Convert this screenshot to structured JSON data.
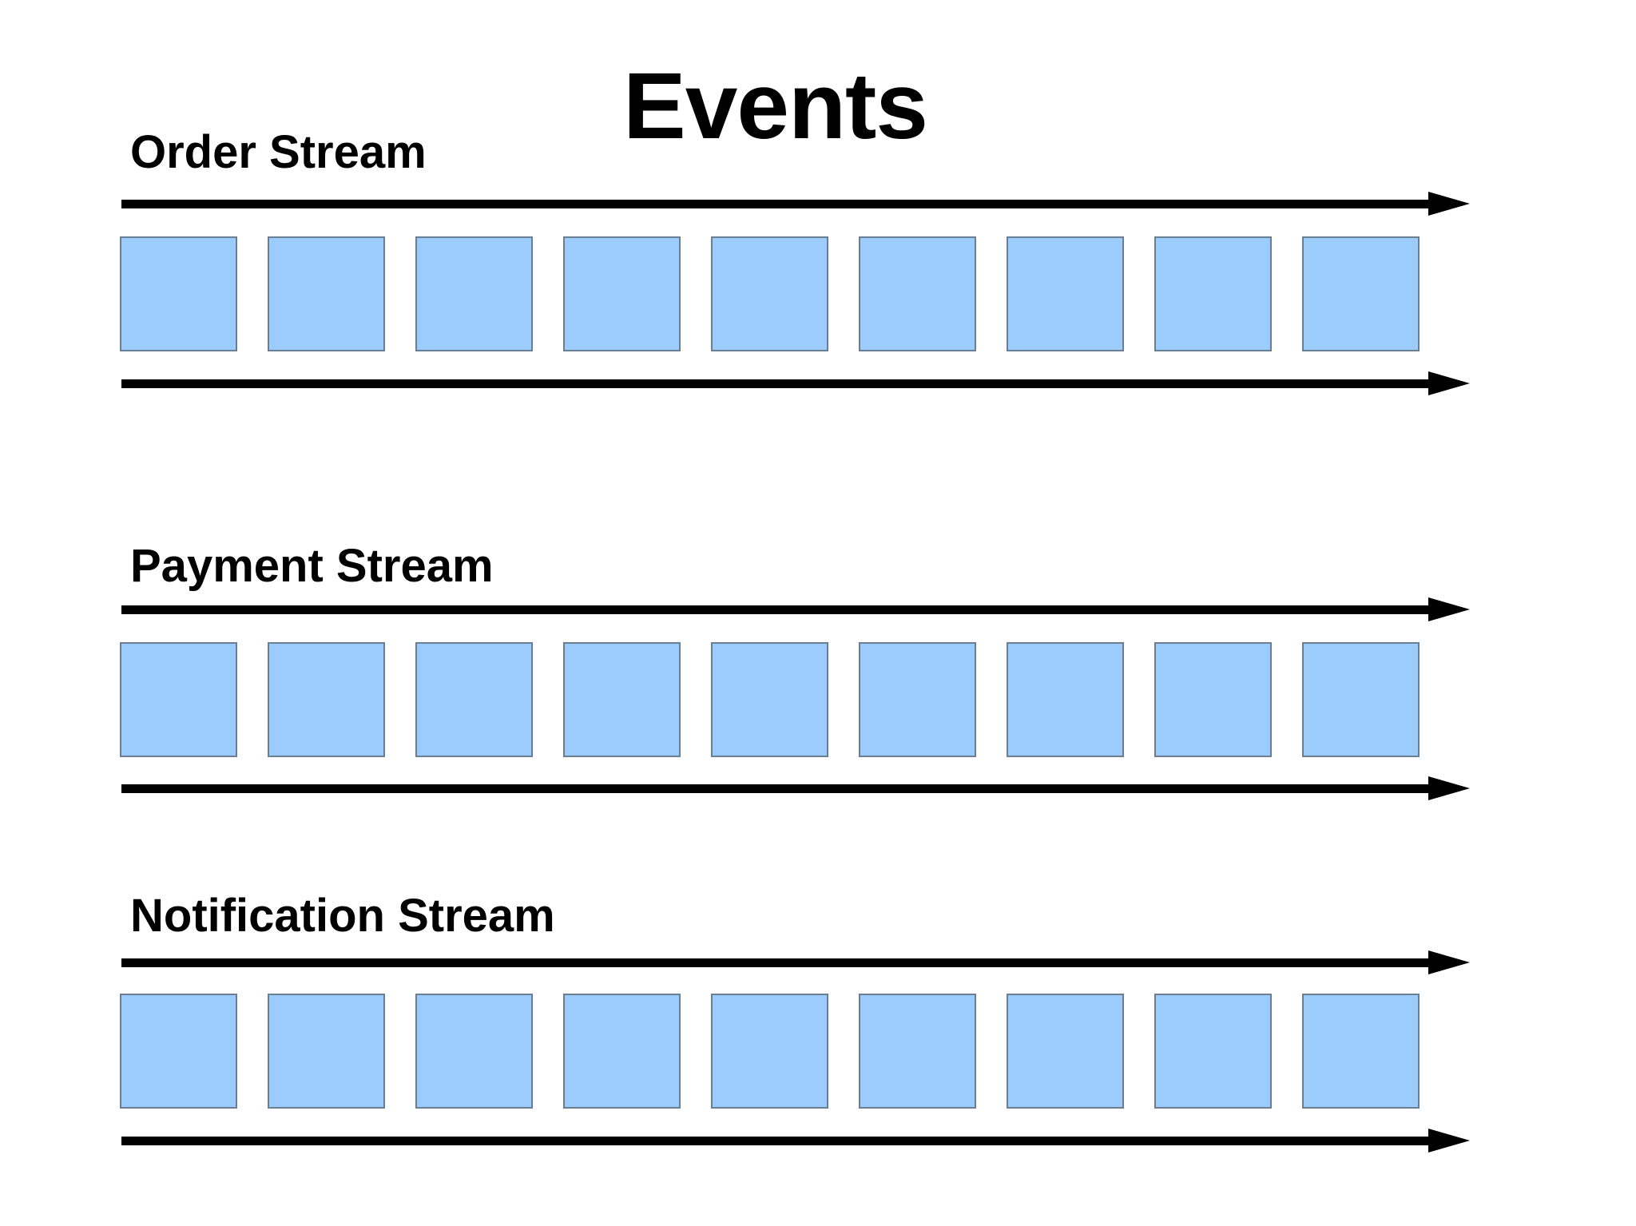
{
  "diagram": {
    "title": "Events",
    "background_color": "#FFFFFF",
    "box_fill_color": "#9BCCFC",
    "box_border_color": "#6B7E92",
    "arrow_color": "#000000",
    "streams": [
      {
        "label": "Order Stream",
        "event_count": 9,
        "events": [
          "",
          "",
          "",
          "",
          "",
          "",
          "",
          "",
          ""
        ],
        "top_arrow": "right-arrow",
        "bottom_arrow": "right-arrow"
      },
      {
        "label": "Payment Stream",
        "event_count": 9,
        "events": [
          "",
          "",
          "",
          "",
          "",
          "",
          "",
          "",
          ""
        ],
        "top_arrow": "right-arrow",
        "bottom_arrow": "right-arrow"
      },
      {
        "label": "Notification Stream",
        "event_count": 9,
        "events": [
          "",
          "",
          "",
          "",
          "",
          "",
          "",
          "",
          ""
        ],
        "top_arrow": "right-arrow",
        "bottom_arrow": "right-arrow"
      }
    ]
  }
}
